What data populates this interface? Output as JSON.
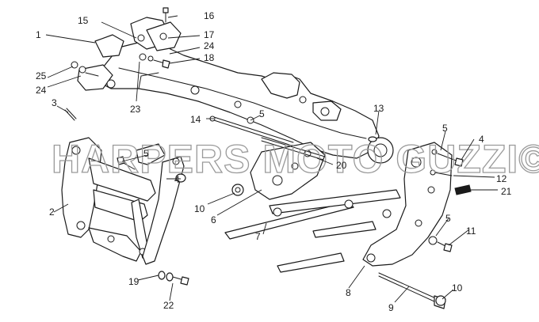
{
  "diagram": {
    "watermark": "HARPERS MOTO GUZZI©",
    "callouts": [
      {
        "id": "c1",
        "text": "1"
      },
      {
        "id": "c2",
        "text": "2"
      },
      {
        "id": "c3",
        "text": "3"
      },
      {
        "id": "c4a",
        "text": "4"
      },
      {
        "id": "c4b",
        "text": "4"
      },
      {
        "id": "c5a",
        "text": "5"
      },
      {
        "id": "c5b",
        "text": "5"
      },
      {
        "id": "c5c",
        "text": "5"
      },
      {
        "id": "c5d",
        "text": "5"
      },
      {
        "id": "c6",
        "text": "6"
      },
      {
        "id": "c7",
        "text": "7"
      },
      {
        "id": "c8",
        "text": "8"
      },
      {
        "id": "c9",
        "text": "9"
      },
      {
        "id": "c10a",
        "text": "10"
      },
      {
        "id": "c10b",
        "text": "10"
      },
      {
        "id": "c11",
        "text": "11"
      },
      {
        "id": "c12",
        "text": "12"
      },
      {
        "id": "c13",
        "text": "13"
      },
      {
        "id": "c14",
        "text": "14"
      },
      {
        "id": "c15",
        "text": "15"
      },
      {
        "id": "c16",
        "text": "16"
      },
      {
        "id": "c17",
        "text": "17"
      },
      {
        "id": "c18",
        "text": "18"
      },
      {
        "id": "c19",
        "text": "19"
      },
      {
        "id": "c20",
        "text": "20"
      },
      {
        "id": "c21",
        "text": "21"
      },
      {
        "id": "c22",
        "text": "22"
      },
      {
        "id": "c23",
        "text": "23"
      },
      {
        "id": "c24a",
        "text": "24"
      },
      {
        "id": "c24b",
        "text": "24"
      },
      {
        "id": "c25",
        "text": "25"
      }
    ]
  }
}
